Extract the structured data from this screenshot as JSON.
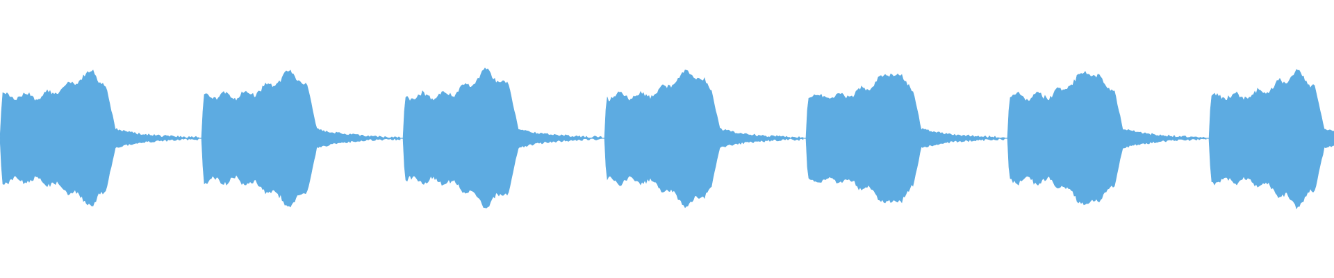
{
  "waveform": {
    "color": "#5DABE1",
    "background": "#FFFFFF",
    "burst_count": 7,
    "description_levels": {
      "sustain_amplitude": 0.55,
      "peak_amplitude": 0.88,
      "decay_tail_amplitude": 0.12
    }
  }
}
